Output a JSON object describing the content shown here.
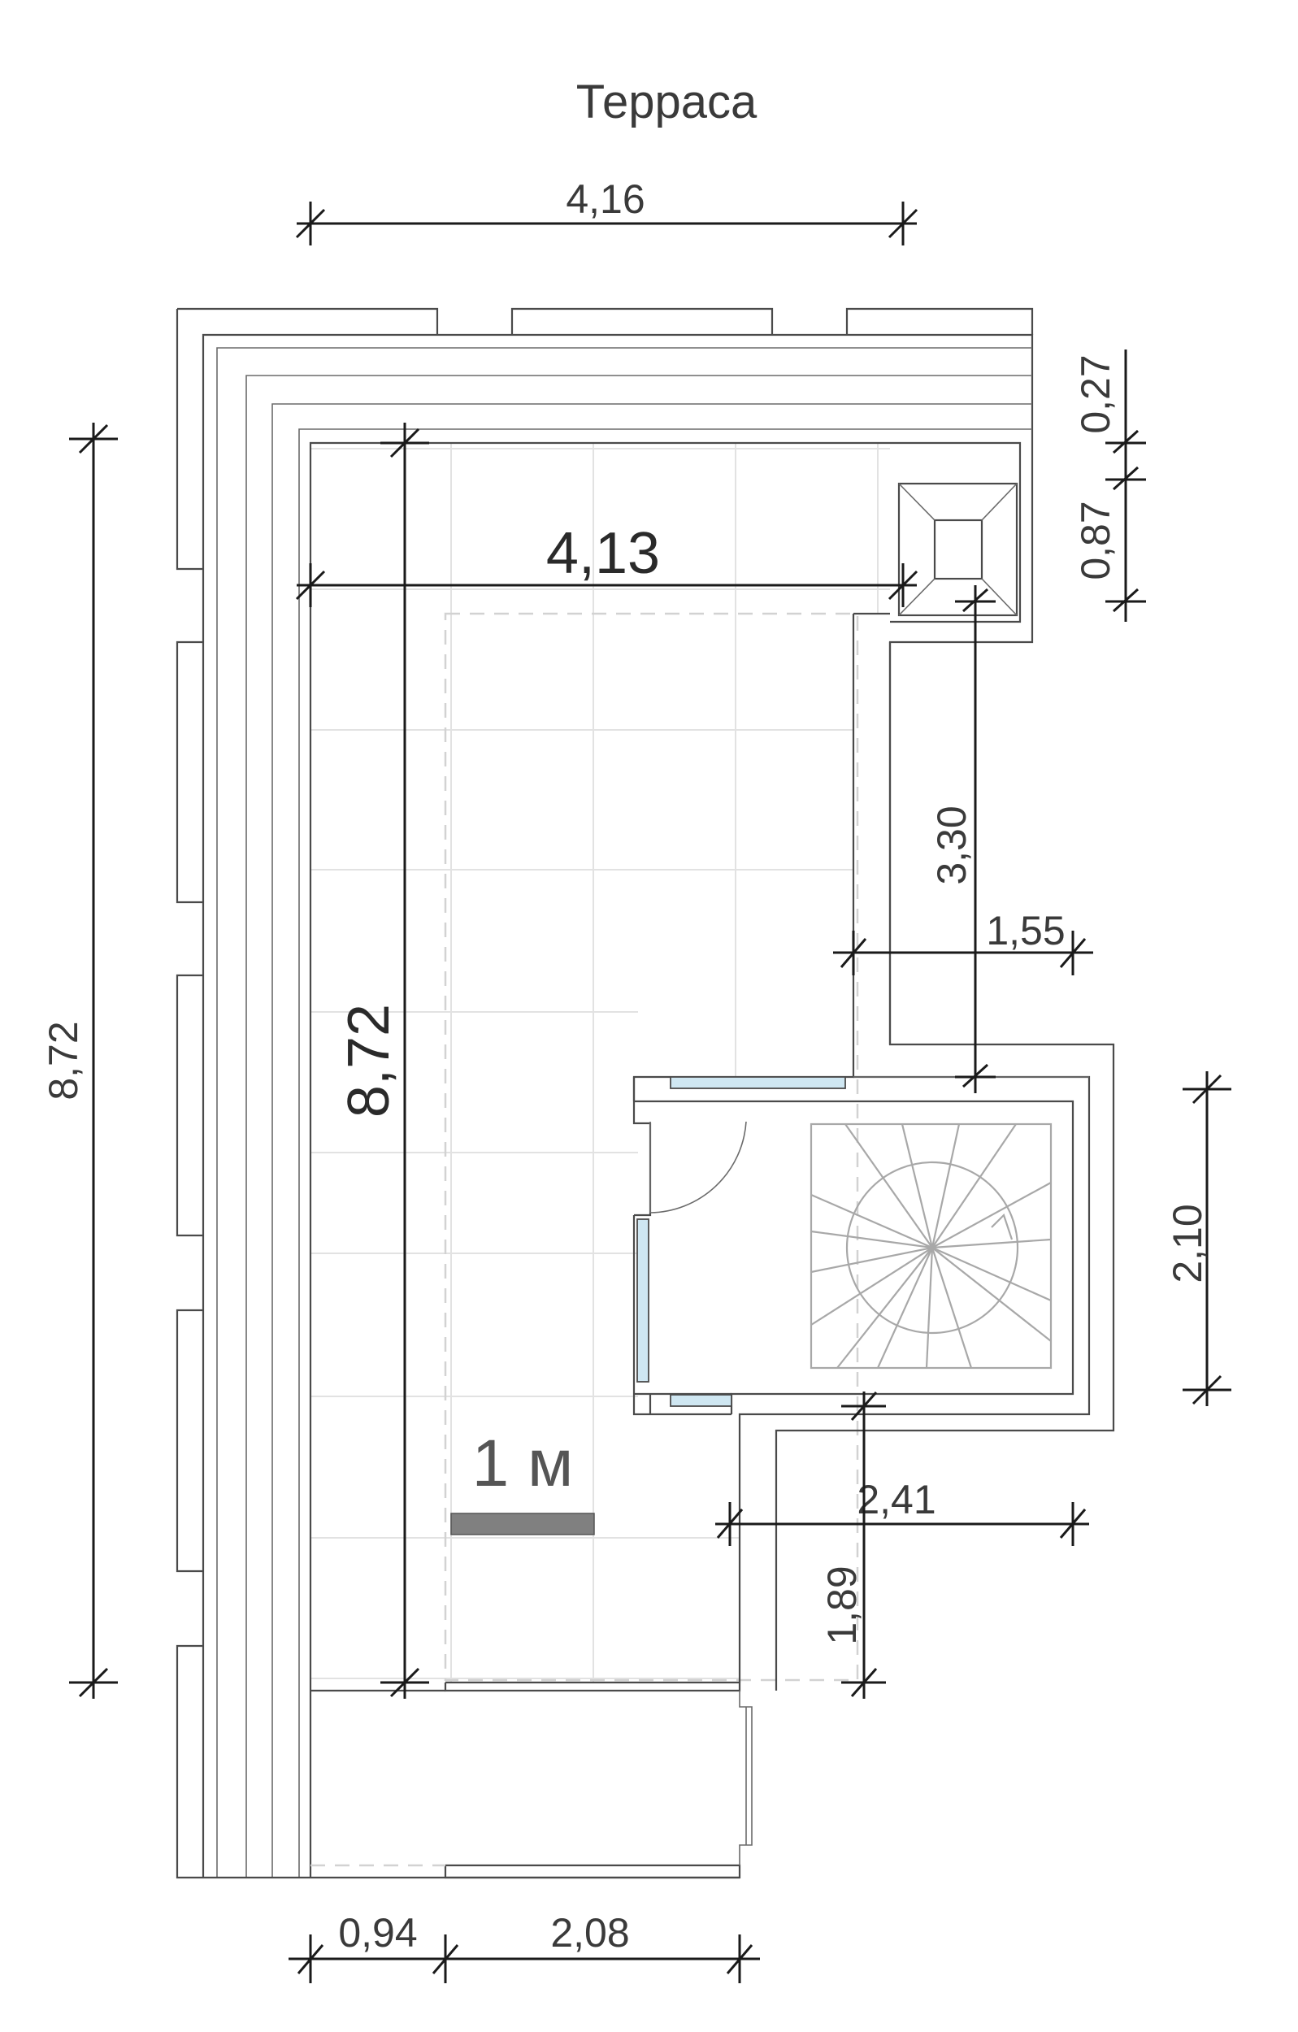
{
  "title": "Терраса",
  "dimensions": {
    "top_outer_width": "4,16",
    "inner_width": "4,13",
    "left_outer_length": "8,72",
    "inner_length": "8,72",
    "right_top_small": "0,27",
    "right_pillar": "0,87",
    "right_passage": "3,30",
    "right_offset": "1,55",
    "stair_room_height": "2,10",
    "stair_room_width": "2,41",
    "lower_passage": "1,89",
    "bottom_left": "0,94",
    "bottom_right": "2,08"
  },
  "scale_bar": {
    "label": "1 м",
    "length_m": 1
  },
  "colors": {
    "line": "#4a4a4a",
    "dimension": "#1a1a1a",
    "glass": "#cfe7f2",
    "scale_bar": "#808080",
    "grid": "#e2e2e2"
  }
}
